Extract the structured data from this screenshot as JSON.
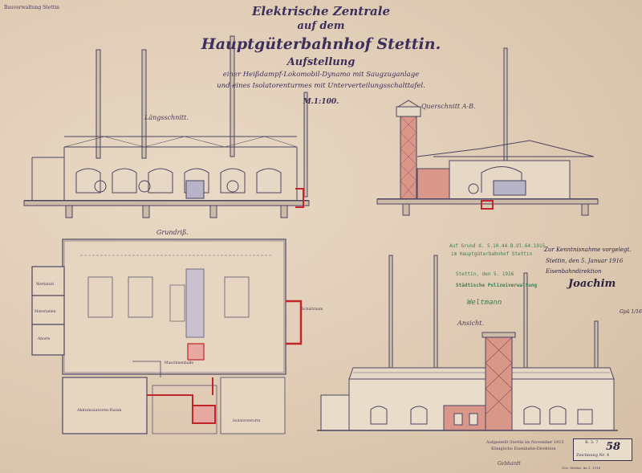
{
  "header": {
    "corner_note": "Bauverwaltung Stettin",
    "title_line1": "Elektrische Zentrale",
    "title_line2": "auf dem",
    "title_line3": "Hauptgüterbahnhof Stettin.",
    "subtitle": "Aufstellung",
    "desc_line1": "einer Heißdampf-Lokomobil-Dynamo mit Saugzuganlage",
    "desc_line2": "und eines Isolatorenturmes mit Unterverteilungsschalttafel.",
    "scale": "M.1:100."
  },
  "views": {
    "longitudinal": "Längsschnitt.",
    "cross": "Querschnitt A-B.",
    "plan": "Grundriß.",
    "elevation": "Ansicht."
  },
  "plan_labels": {
    "room_left_1": "Werkstatt",
    "room_left_2": "Materialien",
    "room_left_3": "Aborte",
    "right_annex": "Schaltraum",
    "bottom_room": "Akkumulatoren-Raum",
    "annex_right": "Isolatorenturm",
    "machine_label": "Maschinenhalle"
  },
  "annotations": {
    "green_line1": "Auf Grund d. 5.10.44.B.Ol.64.1915",
    "green_line2": "im Hauptgüterbahnhof Stettin",
    "green_line3": "Stettin, den 5. 1916",
    "green_line4": "Städtische Polizeiverwaltung",
    "green_sig": "Weltmann",
    "ink_line1": "Zur Kenntnisnahme vorgelegt.",
    "ink_line2": "Stettin, den 5. Januar 1916",
    "ink_line3": "Eisenbahndirektion",
    "ink_sig": "Joachim",
    "ink_side": "Gpü 1/16"
  },
  "footer": {
    "center_stamp": "Aufgestellt Stettin im November 1915",
    "center_stamp2": "Königliche Eisenbahn-Direktion",
    "center_sig": "Gebhardt",
    "box_top": "B. 3. 7",
    "box_number": "58",
    "box_bottom": "Zeichnung Nr. 4",
    "footnote": "Gez. Stettin, im 1. 1916"
  },
  "colors": {
    "paper": "#e3d2bd",
    "line": "#4a4560",
    "brick": "#d9978a",
    "red": "#c0262c",
    "ink": "#2b2440",
    "green": "#3f7a55"
  }
}
